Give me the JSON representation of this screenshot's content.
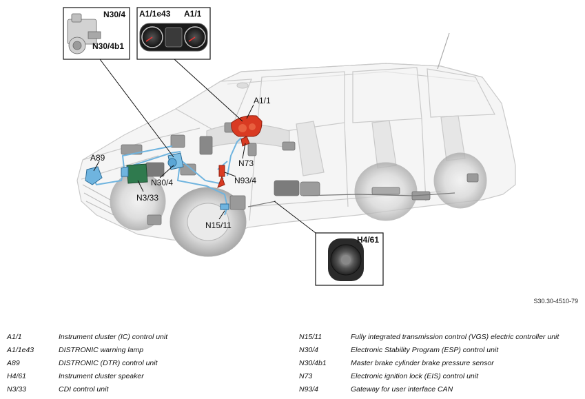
{
  "doc_ref": "S30.30-4510-79",
  "callouts": {
    "inset_top_left_a": "N30/4",
    "inset_top_left_b": "N30/4b1",
    "inset_top_right_a": "A1/1e43",
    "inset_top_right_b": "A1/1",
    "inset_bottom": "H4/61",
    "a1_1": "A1/1",
    "a89": "A89",
    "n30_4": "N30/4",
    "n3_33": "N3/33",
    "n73": "N73",
    "n93_4": "N93/4",
    "n15_11": "N15/11"
  },
  "legend": {
    "left": [
      {
        "code": "A1/1",
        "desc": "Instrument cluster (IC) control unit"
      },
      {
        "code": "A1/1e43",
        "desc": "DISTRONIC warning lamp"
      },
      {
        "code": "A89",
        "desc": "DISTRONIC (DTR) control unit"
      },
      {
        "code": "H4/61",
        "desc": "Instrument cluster speaker"
      },
      {
        "code": "N3/33",
        "desc": "CDI control unit"
      }
    ],
    "right": [
      {
        "code": "N15/11",
        "desc": "Fully integrated transmission control (VGS) electric controller unit"
      },
      {
        "code": "N30/4",
        "desc": "Electronic Stability Program (ESP) control unit"
      },
      {
        "code": "N30/4b1",
        "desc": "Master brake cylinder brake pressure sensor"
      },
      {
        "code": "N73",
        "desc": "Electronic ignition lock (EIS) control unit"
      },
      {
        "code": "N93/4",
        "desc": "Gateway for user interface CAN"
      }
    ]
  },
  "colors": {
    "highlight_red": "#d93a22",
    "component_blue": "#6fb4df",
    "component_green": "#2f7a4e",
    "ghost_body": "#d6d6d6"
  }
}
